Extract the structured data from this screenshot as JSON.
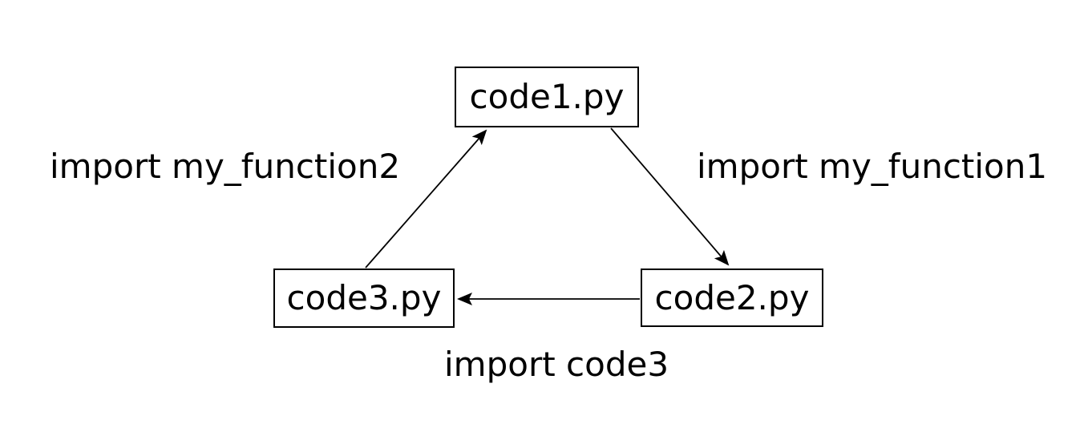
{
  "diagram": {
    "title": "python-import-dependency-diagram",
    "nodes": [
      {
        "id": "code1",
        "label": "code1.py"
      },
      {
        "id": "code2",
        "label": "code2.py"
      },
      {
        "id": "code3",
        "label": "code3.py"
      }
    ],
    "edges": [
      {
        "from": "code3",
        "to": "code1",
        "label": "import my_function2"
      },
      {
        "from": "code1",
        "to": "code2",
        "label": "import my_function1"
      },
      {
        "from": "code2",
        "to": "code3",
        "label": "import code3"
      }
    ]
  },
  "colors": {
    "background": "#ffffff",
    "line": "#000000",
    "text": "#000000",
    "node_border": "#000000",
    "node_fill": "#ffffff"
  }
}
